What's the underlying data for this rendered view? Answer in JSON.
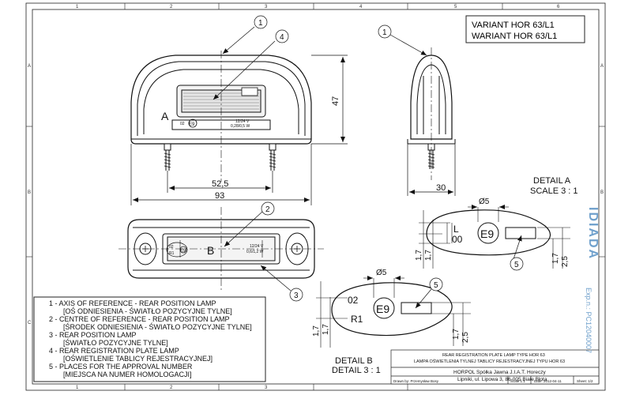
{
  "border": {
    "columns": [
      "1",
      "2",
      "3",
      "4",
      "5",
      "6"
    ],
    "rows": [
      "A",
      "B",
      "C"
    ]
  },
  "variant": {
    "line1": "VARIANT HOR 63/L1",
    "line2": "WARIANT HOR 63/L1"
  },
  "balloons": {
    "n1a": "1",
    "n4": "4",
    "n1b": "1",
    "n2": "2",
    "n3": "3",
    "n5a": "5",
    "n5b": "5"
  },
  "front_view": {
    "letter_a": "A",
    "label_voltage": "12/24 V",
    "label_power": "0,28/0,5 W",
    "label_code": "02",
    "label_mark": "E9",
    "dim_height": "47",
    "dim_inner": "52,5",
    "dim_total": "93"
  },
  "side_view": {
    "dim_width": "30"
  },
  "bottom_view": {
    "letter_b": "B",
    "label_voltage": "12/24 V",
    "label_power": "0,6/1,2 W",
    "label_code": "02",
    "label_r1": "R1",
    "label_mark": "E9"
  },
  "detail_a": {
    "title": "DETAIL A",
    "scale": "SCALE 3 : 1",
    "dia": "Ø5",
    "label_l": "L",
    "label_00": "00",
    "label_mark": "E9",
    "dim_left_outer": "1,7",
    "dim_left_inner": "1,7",
    "dim_right_a": "1,7",
    "dim_right_b": "2,5"
  },
  "detail_b": {
    "title": "DETAIL B",
    "scale": "DETAIL 3 : 1",
    "dia": "Ø5",
    "label_02": "02",
    "label_r1": "R1",
    "label_mark": "E9",
    "dim_left_outer": "1,7",
    "dim_left_inner": "1,7",
    "dim_right_a": "1,7",
    "dim_right_b": "2,5"
  },
  "legend": [
    "1 - AXIS OF REFERENCE - REAR POSITION LAMP",
    "[OŚ ODNIESIENIA - ŚWIATŁO POZYCYJNE TYLNE]",
    "2 - CENTRE OF REFERENCE - REAR POSITION LAMP",
    "[ŚRODEK ODNIESIENIA - ŚWIATŁO POZYCYJNE TYLNE]",
    "3 - REAR POSITION LAMP",
    "[ŚWIATŁO POZYCYJNE TYLNE]",
    "4 - REAR REGISTRATION PLATE LAMP",
    "[OŚWIETLENIE TABLICY REJESTRACYJNEJ]",
    "5 - PLACES FOR THE APPROVAL NUMBER",
    "[MIEJSCA NA NUMER HOMOLOGACJI]"
  ],
  "title_block": {
    "title_en": "REAR REGISTRATION PLATE LAMP TYPE HOR 63",
    "title_pl": "LAMPA OŚWIETLENIA TYLNEJ TABLICY REJESTRACYJNEJ TYPU HOR 63",
    "company": "HORPOL Spółka Jawna   J.I.A.T. Horeczy",
    "address": "Lipniki, ul. Lipowa 3, 86-005 Białe Błota",
    "drawn_by": "Drawn by: Przemysław Bosy",
    "scale": "Scale 1:1",
    "date": "Date: 2012-04-11",
    "sheet": "Sheet: 1/2"
  },
  "stamp": {
    "logo": "IDIADA",
    "ref": "Exp.n.: PC12040007"
  },
  "colors": {
    "ink": "#111111",
    "stamp": "#6fa0cc",
    "fill_gray": "#d9d9d9",
    "lens": "#bdbdbd"
  }
}
